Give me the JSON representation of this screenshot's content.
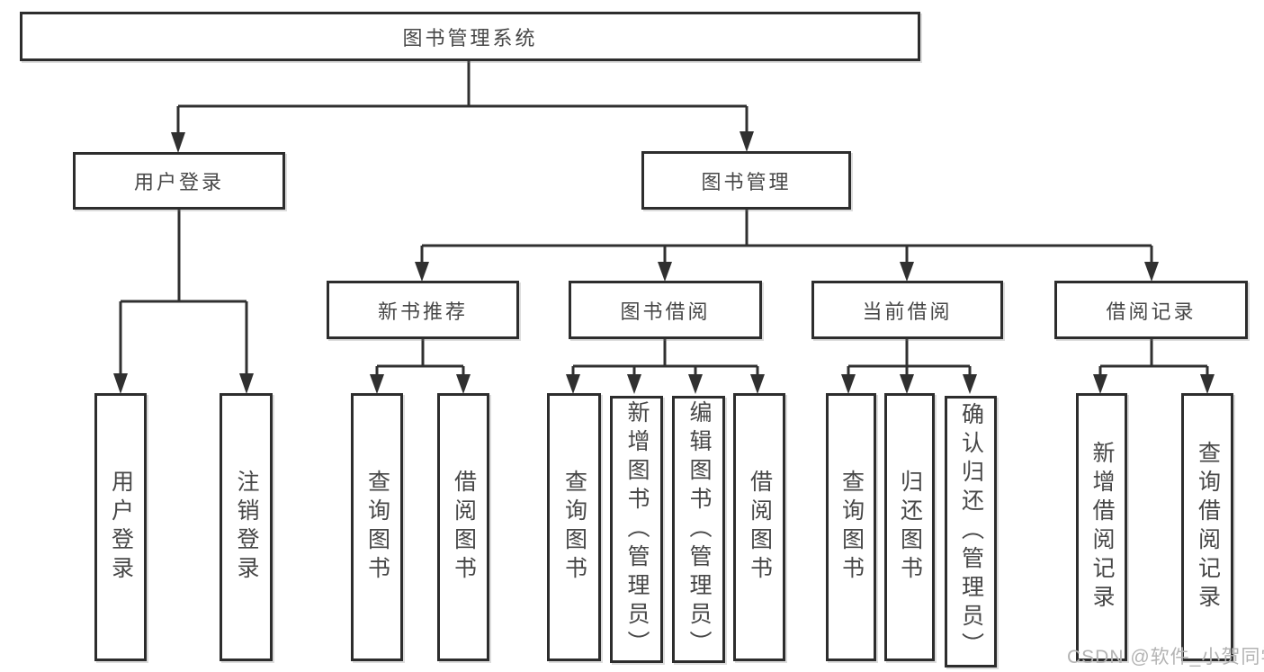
{
  "tree": {
    "root": {
      "label": "图书管理系统",
      "children": [
        {
          "label": "用户登录",
          "children": [
            {
              "label": "用户登录"
            },
            {
              "label": "注销登录"
            }
          ]
        },
        {
          "label": "图书管理",
          "children": [
            {
              "label": "新书推荐",
              "children": [
                {
                  "label": "查询图书"
                },
                {
                  "label": "借阅图书"
                }
              ]
            },
            {
              "label": "图书借阅",
              "children": [
                {
                  "label": "查询图书"
                },
                {
                  "label": "新增图书（管理员）"
                },
                {
                  "label": "编辑图书（管理员）"
                },
                {
                  "label": "借阅图书"
                }
              ]
            },
            {
              "label": "当前借阅",
              "children": [
                {
                  "label": "查询图书"
                },
                {
                  "label": "归还图书"
                },
                {
                  "label": "确认归还（管理员）"
                }
              ]
            },
            {
              "label": "借阅记录",
              "children": [
                {
                  "label": "新增借阅记录"
                },
                {
                  "label": "查询借阅记录"
                }
              ]
            }
          ]
        }
      ]
    }
  },
  "watermark": {
    "text": "CSDN @软件_小贺同学",
    "color": "#b3b3b3"
  },
  "colors": {
    "line": "#303030",
    "box_border": "#2d2d2d",
    "text": "#474747",
    "background": "#ffffff"
  }
}
